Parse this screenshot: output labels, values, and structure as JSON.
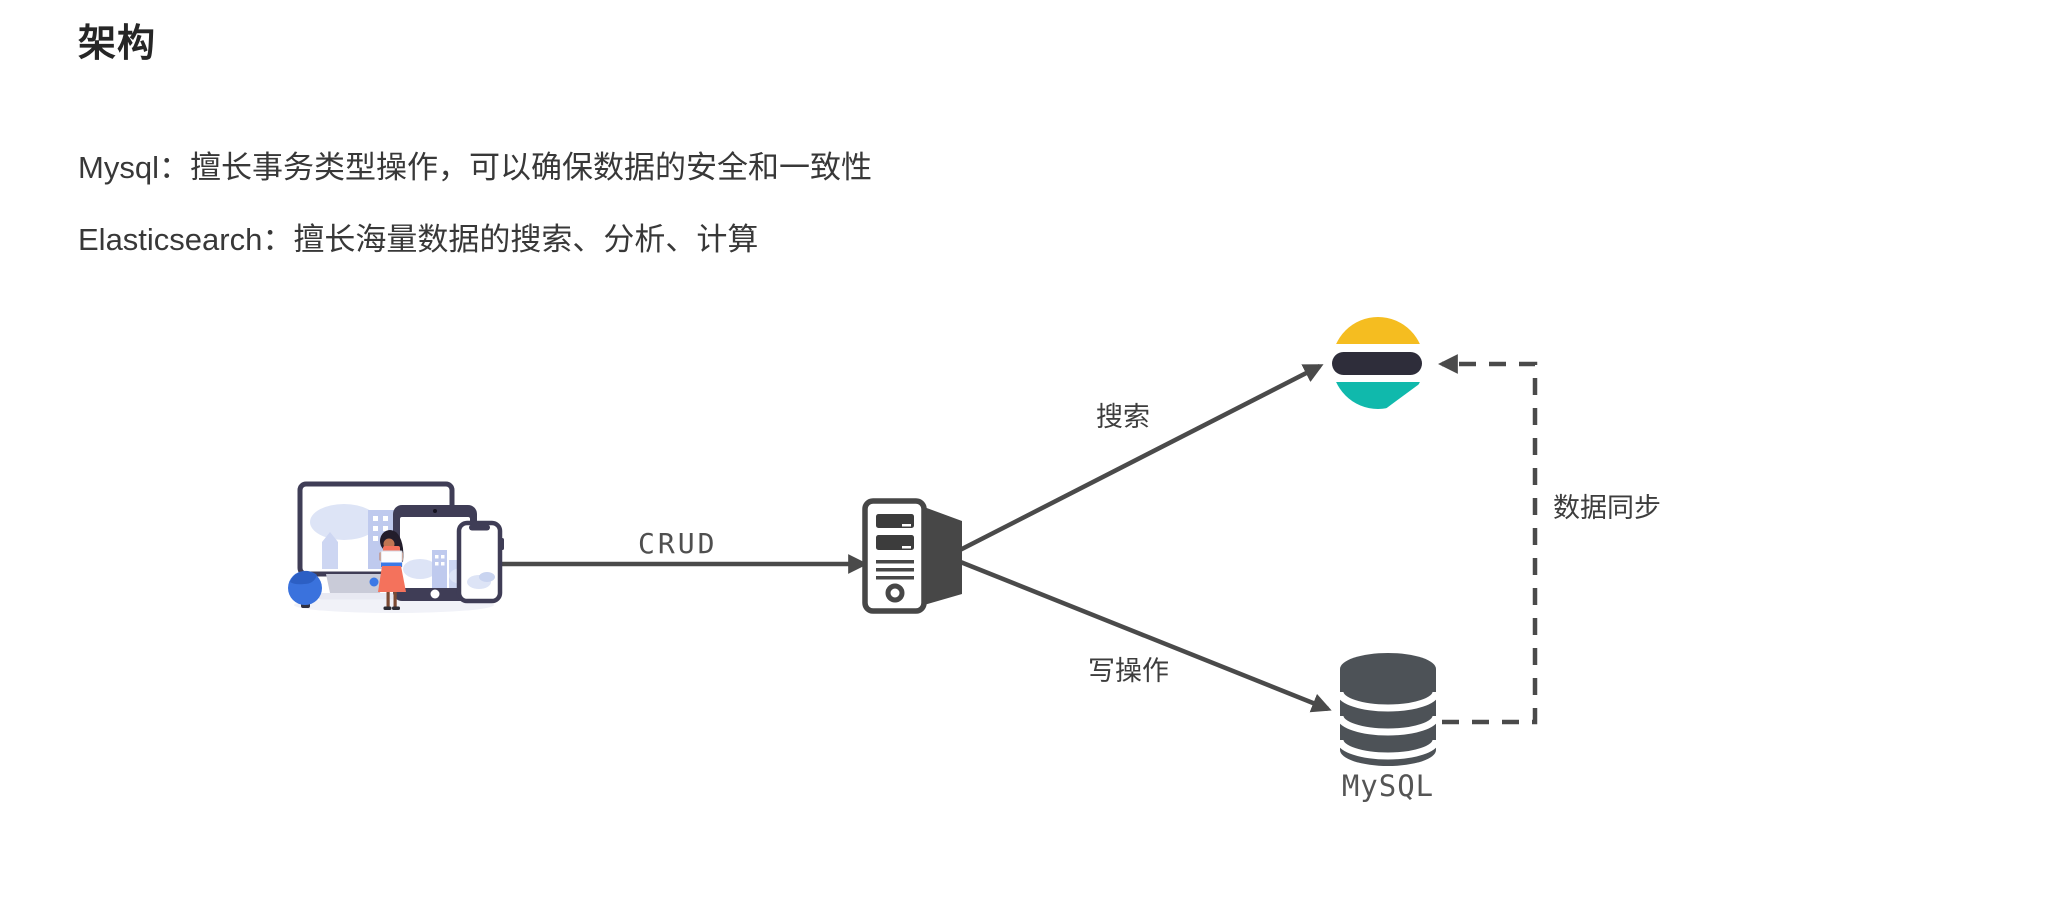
{
  "page": {
    "title": "架构",
    "background": "#ffffff"
  },
  "description": {
    "mysql_line": "Mysql：擅长事务类型操作，可以确保数据的安全和一致性",
    "elasticsearch_line": "Elasticsearch：擅长海量数据的搜索、分析、计算"
  },
  "diagram": {
    "nodes": {
      "client": {
        "icon": "client-devices-illustration"
      },
      "server": {
        "icon": "server-tower-icon"
      },
      "elasticsearch": {
        "icon": "elasticsearch-logo"
      },
      "mysql": {
        "icon": "database-cylinder-icon",
        "label": "MySQL"
      }
    },
    "edges": {
      "crud": {
        "label": "CRUD",
        "from": "client",
        "to": "server",
        "style": "solid-arrow"
      },
      "search": {
        "label": "搜索",
        "from": "server",
        "to": "elasticsearch",
        "style": "solid-arrow"
      },
      "write": {
        "label": "写操作",
        "from": "server",
        "to": "mysql",
        "style": "solid-arrow"
      },
      "sync": {
        "label": "数据同步",
        "from": "mysql",
        "to": "elasticsearch",
        "style": "dashed-arrow"
      }
    },
    "colors": {
      "arrow": "#4a4a4a",
      "edge_label": "#3d3d3d",
      "code_label": "#4f4f4f",
      "elastic_yellow": "#f5bd20",
      "elastic_dark": "#2e2d3a",
      "elastic_teal": "#10b9ac",
      "server_gray": "#474747",
      "database_gray": "#4d5257",
      "illustration_navy": "#3f3d56",
      "illustration_blue": "#3c79e6",
      "illustration_light_blue": "#dde4f6",
      "illustration_orange": "#f4725c"
    }
  }
}
